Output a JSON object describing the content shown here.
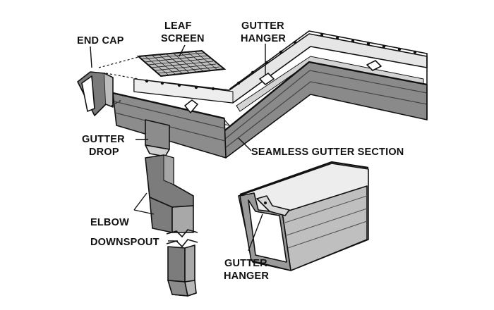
{
  "labels": {
    "end_cap": "END CAP",
    "leaf_screen_1": "LEAF",
    "leaf_screen_2": "SCREEN",
    "gutter_hanger_top_1": "GUTTER",
    "gutter_hanger_top_2": "HANGER",
    "gutter_drop_1": "GUTTER",
    "gutter_drop_2": "DROP",
    "seamless_gutter_section": "SEAMLESS GUTTER SECTION",
    "elbow": "ELBOW",
    "downspout": "DOWNSPOUT",
    "gutter_hanger_bottom_1": "GUTTER",
    "gutter_hanger_bottom_2": "HANGER"
  },
  "colors": {
    "ink": "#111111",
    "face_dark": "#6e6e6e",
    "face_mid": "#9a9a9a",
    "face_light": "#c8c8c8",
    "interior": "#e6e6e6",
    "paper": "#ffffff"
  }
}
